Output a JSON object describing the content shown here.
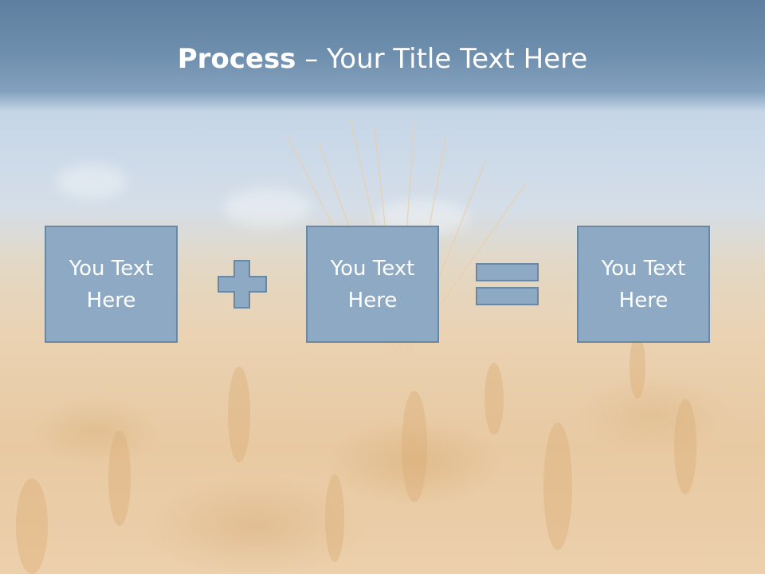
{
  "title": {
    "bold": "Process",
    "rest": " – Your Title Text Here"
  },
  "boxes": [
    {
      "text": "You Text\nHere"
    },
    {
      "text": "You Text\nHere"
    },
    {
      "text": "You Text\nHere"
    }
  ],
  "operators": {
    "first": "plus-icon",
    "second": "equals-icon"
  },
  "colors": {
    "header": "#6f8fae",
    "box_fill": "#8ea9c3",
    "box_border": "#6a87a4",
    "text": "#ffffff"
  }
}
